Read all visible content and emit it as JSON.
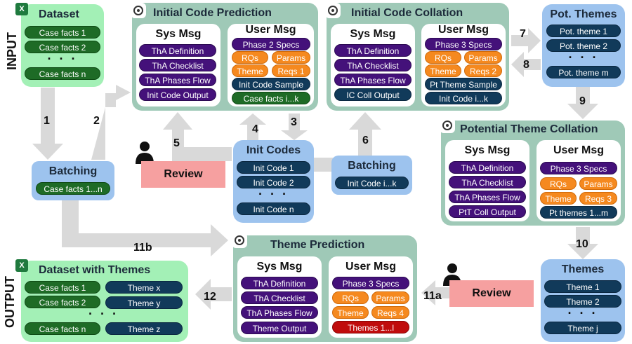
{
  "colors": {
    "green_panel": "#a3f0b6",
    "blue_panel": "#9dc3ee",
    "teal_panel": "#9fc9b7",
    "arrow": "#d9d9d9",
    "pill_green": "#1e6b26",
    "pill_navy": "#113a5a",
    "pill_purple": "#44117a",
    "pill_orange": "#f5891f",
    "pill_red": "#c00c0c",
    "review": "#f6a0a0"
  },
  "side_labels": {
    "input": "INPUT",
    "output": "OUTPUT"
  },
  "dataset": {
    "title": "Dataset",
    "items": [
      "Case facts 1",
      "Case facts 2",
      "Case facts n"
    ],
    "dots": "· · ·"
  },
  "batching1": {
    "title": "Batching",
    "item": "Case facts 1...n"
  },
  "initial_code_prediction": {
    "title": "Initial Code Prediction",
    "sys_title": "Sys Msg",
    "sys_items": [
      "ThA Definition",
      "ThA Checklist",
      "ThA Phases Flow",
      "Init Code Output"
    ],
    "user_title": "User Msg",
    "user_spec": "Phase 2 Specs",
    "user_rqs": "RQs",
    "user_params": "Params",
    "user_theme": "Theme",
    "user_reqs": "Reqs 1",
    "user_sample": "Init Code Sample",
    "user_last": "Case facts i...k"
  },
  "initial_code_collation": {
    "title": "Initial Code Collation",
    "sys_title": "Sys Msg",
    "sys_items": [
      "ThA Definition",
      "ThA Checklist",
      "ThA Phases Flow",
      "IC Coll Output"
    ],
    "user_title": "User Msg",
    "user_spec": "Phase 3 Specs",
    "user_rqs": "RQs",
    "user_params": "Params",
    "user_theme": "Theme",
    "user_reqs": "Reqs 2",
    "user_sample": "Pt Theme Sample",
    "user_last": "Init Code i...k"
  },
  "pot_themes": {
    "title": "Pot. Themes",
    "items": [
      "Pot. theme 1",
      "Pot. theme 2",
      "Pot. theme m"
    ],
    "dots": "· · ·"
  },
  "potential_theme_collation": {
    "title": "Potential Theme Collation",
    "sys_title": "Sys Msg",
    "sys_items": [
      "ThA Definition",
      "ThA Checklist",
      "ThA Phases Flow",
      "PtT Coll Output"
    ],
    "user_title": "User Msg",
    "user_spec": "Phase 3 Specs",
    "user_rqs": "RQs",
    "user_params": "Params",
    "user_theme": "Theme",
    "user_reqs": "Reqs 3",
    "user_last": "Pt themes 1...m"
  },
  "init_codes": {
    "title": "Init Codes",
    "items": [
      "Init Code 1",
      "Init Code 2",
      "Init Code n"
    ],
    "dots": "· · ·"
  },
  "batching2": {
    "title": "Batching",
    "item": "Init Code i...k"
  },
  "review1": "Review",
  "review2": "Review",
  "themes": {
    "title": "Themes",
    "items": [
      "Theme 1",
      "Theme 2",
      "Theme j"
    ],
    "dots": "· · ·"
  },
  "theme_prediction": {
    "title": "Theme Prediction",
    "sys_title": "Sys Msg",
    "sys_items": [
      "ThA Definition",
      "ThA Checklist",
      "ThA Phases Flow",
      "Theme Output"
    ],
    "user_title": "User Msg",
    "user_spec": "Phase 3 Specs",
    "user_rqs": "RQs",
    "user_params": "Params",
    "user_theme": "Theme",
    "user_reqs": "Reqs 4",
    "user_last": "Themes 1...l"
  },
  "dataset_with_themes": {
    "title": "Dataset with Themes",
    "facts": [
      "Case facts 1",
      "Case facts 2",
      "Case facts n"
    ],
    "themes": [
      "Theme x",
      "Theme y",
      "Theme z"
    ],
    "dots": "· · ·"
  },
  "step_numbers": {
    "s1": "1",
    "s2": "2",
    "s3": "3",
    "s4": "4",
    "s5": "5",
    "s6": "6",
    "s7": "7",
    "s8": "8",
    "s9": "9",
    "s10": "10",
    "s11a": "11a",
    "s11b": "11b",
    "s12": "12"
  }
}
